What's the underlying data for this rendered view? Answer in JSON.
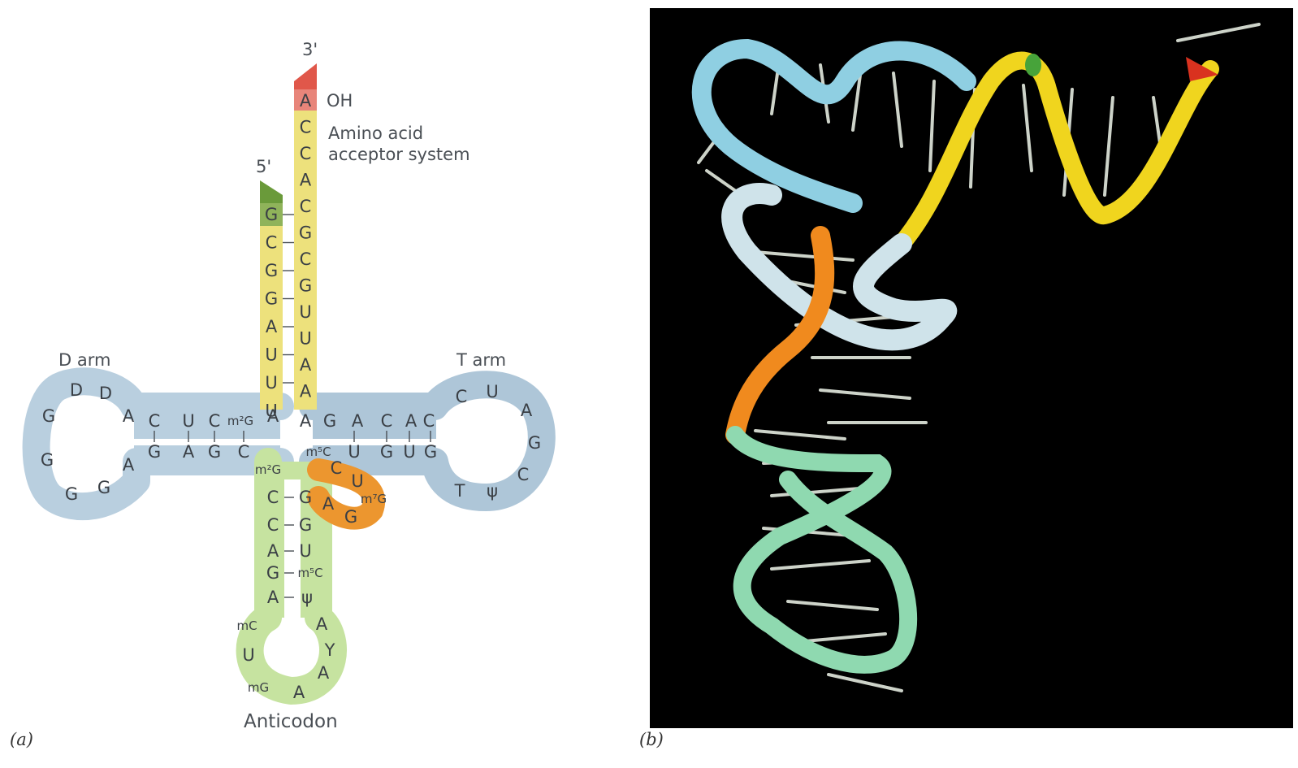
{
  "panel_a": {
    "label": "(a)",
    "end_3": "3'",
    "end_5": "5'",
    "oh": "OH",
    "acceptor_label_1": "Amino acid",
    "acceptor_label_2": "acceptor system",
    "d_arm": "D arm",
    "t_arm": "T arm",
    "anticodon": "Anticodon",
    "acceptor_3_strand": [
      "A",
      "C",
      "C",
      "A",
      "C",
      "G",
      "C",
      "G",
      "U",
      "U",
      "A",
      "A"
    ],
    "acceptor_5_strand": [
      "G",
      "C",
      "G",
      "G",
      "A",
      "U",
      "U",
      "U"
    ],
    "d_top": [
      "A",
      "C",
      "U",
      "C",
      "m²G",
      "A"
    ],
    "d_bottom": [
      "A",
      "G",
      "A",
      "G",
      "C"
    ],
    "d_loop": [
      "D",
      "G",
      "D",
      "G",
      "G",
      "G"
    ],
    "t_top": [
      "A",
      "G",
      "A",
      "C",
      "A",
      "C"
    ],
    "t_bottom": [
      "m⁵C",
      "U",
      "G",
      "U",
      "G"
    ],
    "t_loop": [
      "C",
      "U",
      "A",
      "G",
      "C",
      "ψ",
      "T"
    ],
    "anticodon_left": [
      "m²G",
      "C",
      "C",
      "A",
      "G",
      "A"
    ],
    "anticodon_right": [
      "G",
      "G",
      "U",
      "m⁵C",
      "ψ"
    ],
    "anticodon_loop": [
      "mC",
      "U",
      "mG",
      "A",
      "A",
      "Y",
      "A"
    ],
    "variable_loop": [
      "C",
      "U",
      "m⁷G",
      "G",
      "A"
    ],
    "colors": {
      "acceptor": "#ede17c",
      "d_arm": "#b9cfdf",
      "t_arm": "#aec6d8",
      "anticodon_arm": "#c6e3a0",
      "variable": "#ec962f",
      "end_3_cap": "#e0574a",
      "end_5_cap": "#6a9a3a"
    }
  },
  "panel_b": {
    "label": "(b)",
    "image_description": "three-dimensional ribbon model",
    "colors": {
      "background": "#000000",
      "acceptor_ribbon": "#f0d51e",
      "t_ribbon": "#8fcfe2",
      "d_ribbon": "#cfe3ea",
      "variable_ribbon": "#f08a1e",
      "anticodon_ribbon": "#8fd9b0",
      "bases": "#e4eadf"
    }
  }
}
